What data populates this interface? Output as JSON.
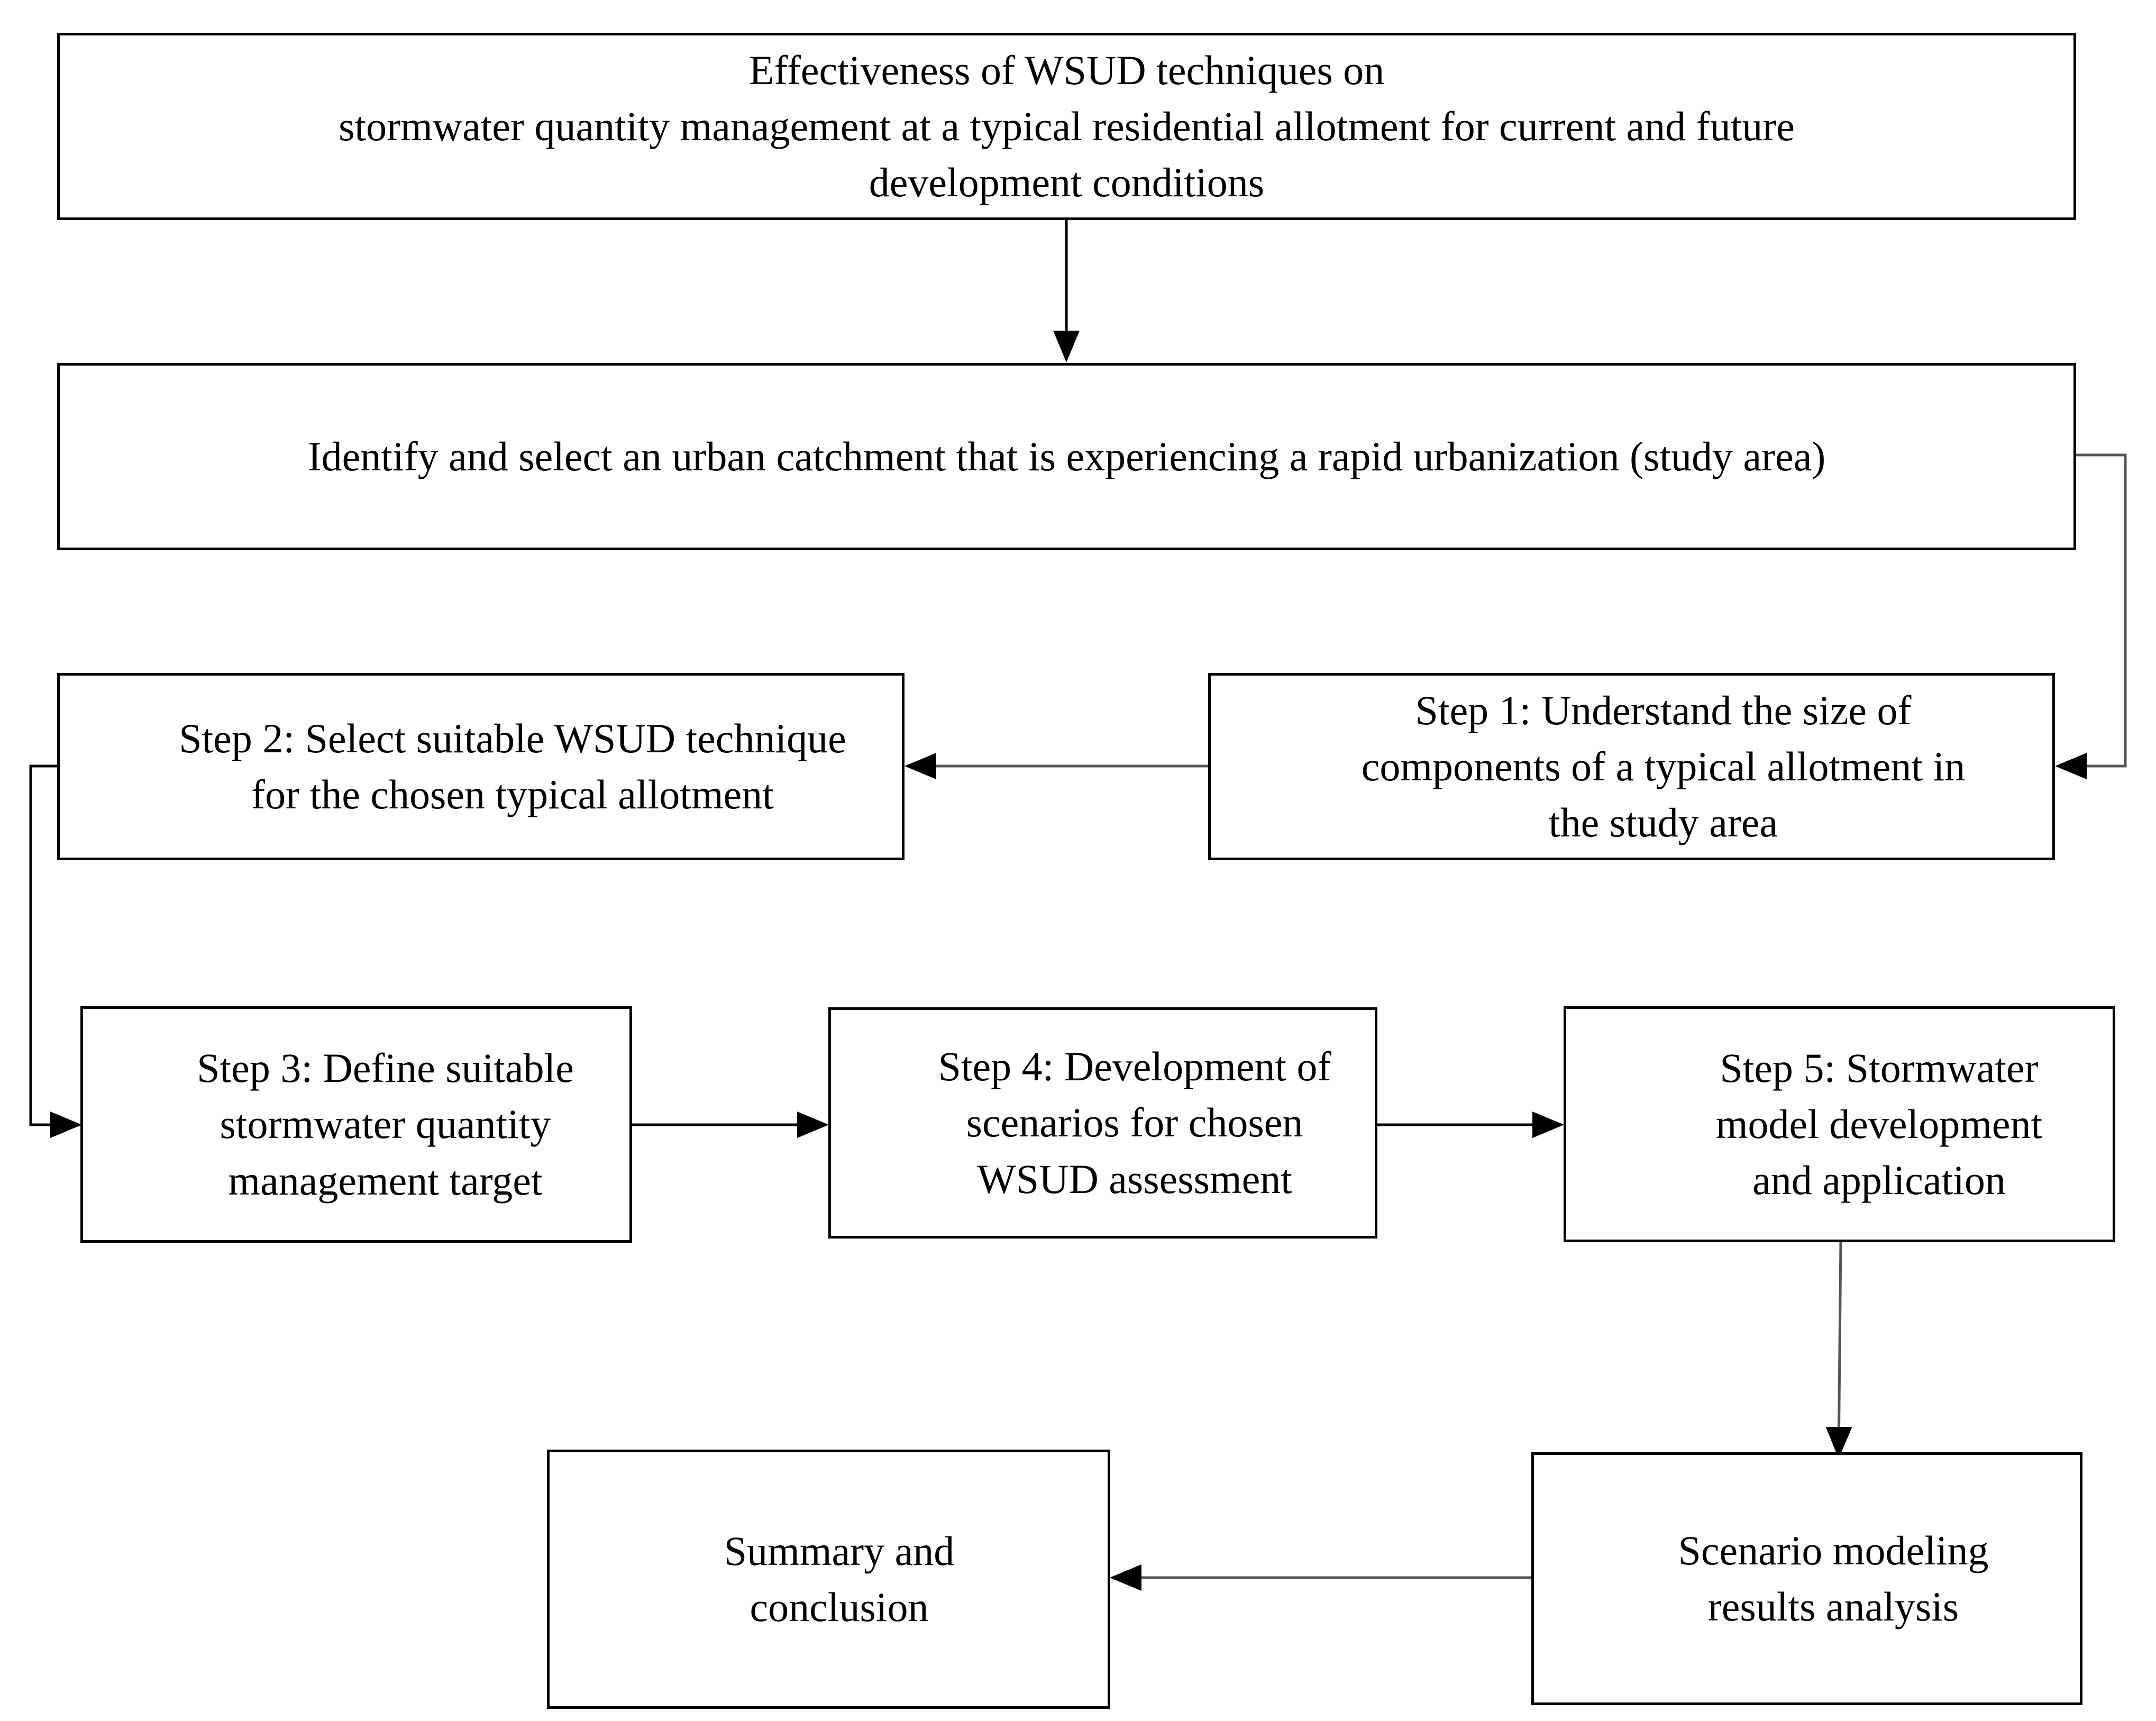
{
  "diagram": {
    "type": "flowchart",
    "nodes": {
      "main_goal": "Effectiveness of WSUD techniques on\nstormwater quantity management at a typical residential allotment for current and future\ndevelopment conditions",
      "study_area": "Identify and select an urban catchment that is experiencing a rapid urbanization (study area)",
      "step1": "Step 1: Understand the size of\ncomponents of a typical allotment in\nthe study area",
      "step2": "Step 2: Select suitable WSUD technique\nfor the chosen typical allotment",
      "step3": "Step 3: Define suitable\nstormwater quantity\nmanagement target",
      "step4": "Step 4: Development of\nscenarios for chosen\nWSUD assessment",
      "step5": "Step 5: Stormwater\nmodel development\nand application",
      "scenario_analysis": "Scenario modeling\nresults analysis",
      "summary": "Summary and\nconclusion"
    },
    "edges": [
      [
        "main_goal",
        "study_area"
      ],
      [
        "study_area",
        "step1"
      ],
      [
        "step1",
        "step2"
      ],
      [
        "step2",
        "step3"
      ],
      [
        "step3",
        "step4"
      ],
      [
        "step4",
        "step5"
      ],
      [
        "step5",
        "scenario_analysis"
      ],
      [
        "scenario_analysis",
        "summary"
      ]
    ]
  }
}
